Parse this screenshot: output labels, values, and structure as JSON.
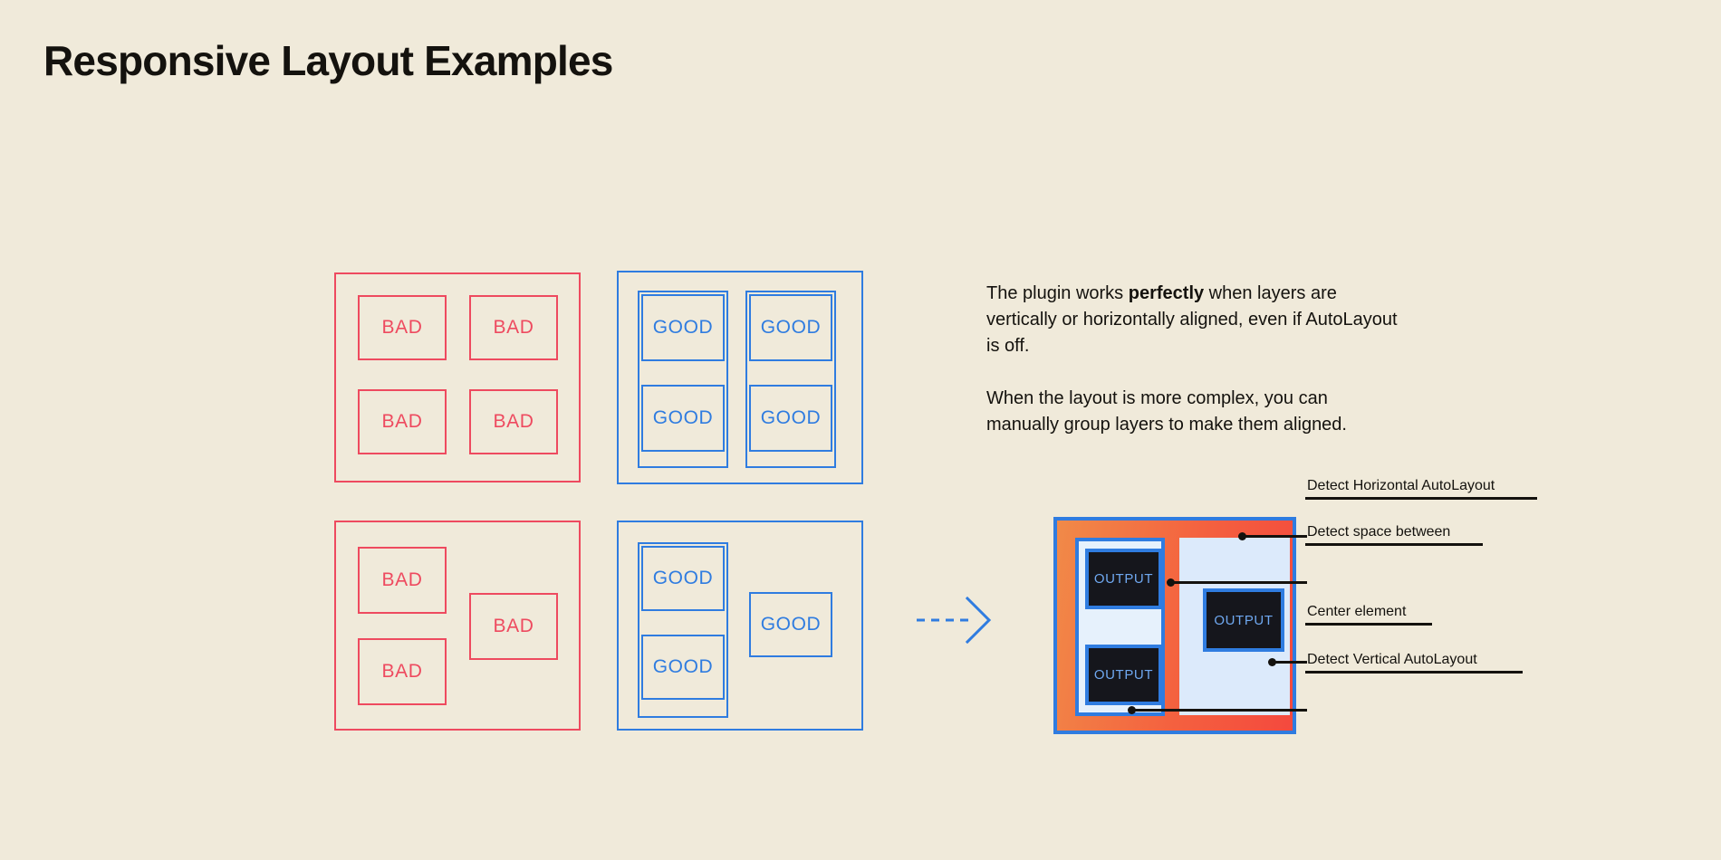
{
  "page": {
    "title": "Responsive Layout Examples",
    "background_color": "#F0EADA",
    "text_color": "#14120E",
    "bad_color": "#EE4A5F",
    "good_color": "#2F7CE0",
    "orange_color": "#F18A48",
    "red_color": "#F4493E",
    "output_panel_color": "#DCEAFB",
    "output_box_color": "#15161C",
    "output_text_color": "#6FA8F0"
  },
  "examples": {
    "bad_label": "BAD",
    "good_label": "GOOD",
    "bad_top": {
      "name": "bad-grid-2x2",
      "cells": [
        "BAD",
        "BAD",
        "BAD",
        "BAD"
      ]
    },
    "good_top": {
      "name": "good-grid-2x2-grouped",
      "groups": [
        {
          "cells": [
            "GOOD",
            "GOOD"
          ]
        },
        {
          "cells": [
            "GOOD",
            "GOOD"
          ]
        }
      ]
    },
    "bad_bottom": {
      "name": "bad-complex-layout",
      "cells": [
        "BAD",
        "BAD",
        "BAD"
      ]
    },
    "good_bottom": {
      "name": "good-complex-layout-grouped",
      "grouped_cells": [
        "GOOD",
        "GOOD"
      ],
      "loose_cells": [
        "GOOD"
      ]
    }
  },
  "arrow": {
    "icon": "dashed-arrow-right-icon",
    "color": "#2F7CE0",
    "style": "dashed"
  },
  "copy": {
    "paragraph_1": {
      "before": "The plugin works ",
      "bold": "perfectly",
      "after": " when layers are vertically or horizontally aligned, even if AutoLayout is off."
    },
    "paragraph_2": "When the layout is more complex, you can manually group layers to make them aligned."
  },
  "result": {
    "name": "detected-autolayout-preview",
    "output_label": "OUTPUT",
    "output_boxes": [
      "OUTPUT",
      "OUTPUT",
      "OUTPUT"
    ],
    "callouts": [
      {
        "id": "detect-horizontal-autolayout",
        "label": "Detect Horizontal AutoLayout"
      },
      {
        "id": "detect-space-between",
        "label": "Detect space between"
      },
      {
        "id": "center-element",
        "label": "Center element"
      },
      {
        "id": "detect-vertical-autolayout",
        "label": "Detect Vertical AutoLayout"
      }
    ]
  }
}
